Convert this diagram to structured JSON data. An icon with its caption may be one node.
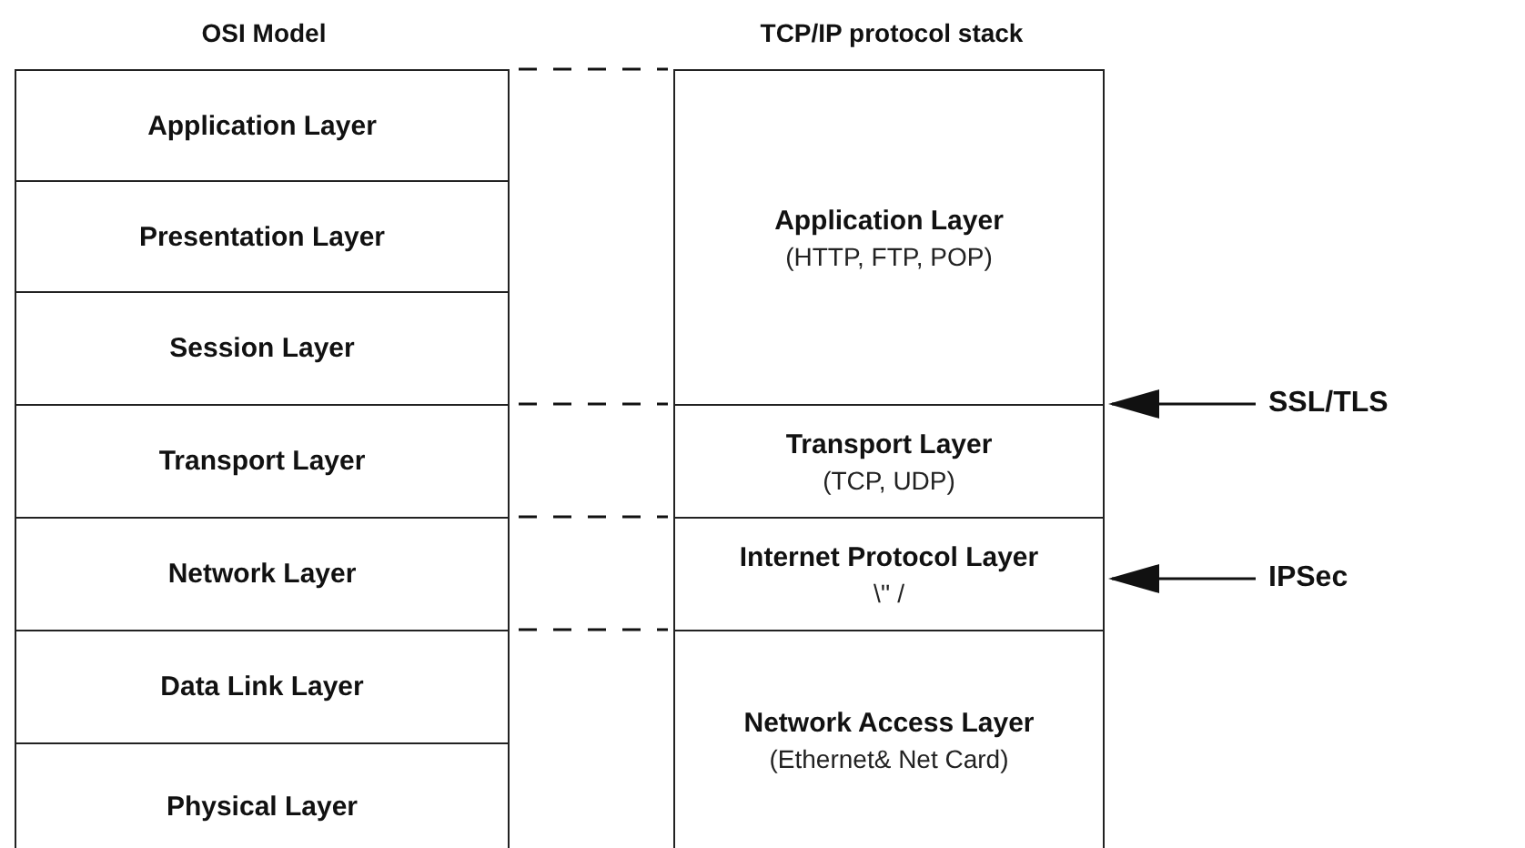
{
  "diagram": {
    "nodes": [
      {
        "text": [
          "Application Layer"
        ]
      },
      {
        "text": [
          "Presentation Layer"
        ]
      },
      {
        "text": [
          "Session Layer"
        ]
      },
      {
        "text": [
          "Transport Layer"
        ]
      },
      {
        "text": [
          "Network Layer"
        ]
      },
      {
        "text": [
          "Data Link Layer"
        ]
      },
      {
        "text": [
          "Physical Layer"
        ]
      },
      {
        "text": [
          "Application Layer",
          "(HTTP, FTP, POP)"
        ]
      },
      {
        "text": [
          "Transport Layer",
          "(TCP, UDP)"
        ]
      },
      {
        "text": [
          "Internet Protocol Layer",
          "\\'' /"
        ]
      },
      {
        "text": [
          "Network Access Layer",
          "(Ethernet& Net Card)"
        ]
      },
      {
        "text": [
          "SSL/TLS"
        ]
      },
      {
        "text": [
          "IPSec"
        ]
      }
    ],
    "edges": [
      {
        "from": 0,
        "to": 7,
        "arrow": "none",
        "style": "dashed"
      },
      {
        "from": 3,
        "to": 8,
        "arrow": "none",
        "style": "dashed"
      },
      {
        "from": 4,
        "to": 9,
        "arrow": "none",
        "style": "dashed"
      },
      {
        "from": 5,
        "to": 10,
        "arrow": "none",
        "style": "dashed"
      },
      {
        "from": 11,
        "to": 8,
        "arrow": "to"
      },
      {
        "from": 12,
        "to": 9,
        "arrow": "to"
      }
    ],
    "labels": [
      "OSI Model",
      "TCP/IP protocol stack"
    ]
  }
}
